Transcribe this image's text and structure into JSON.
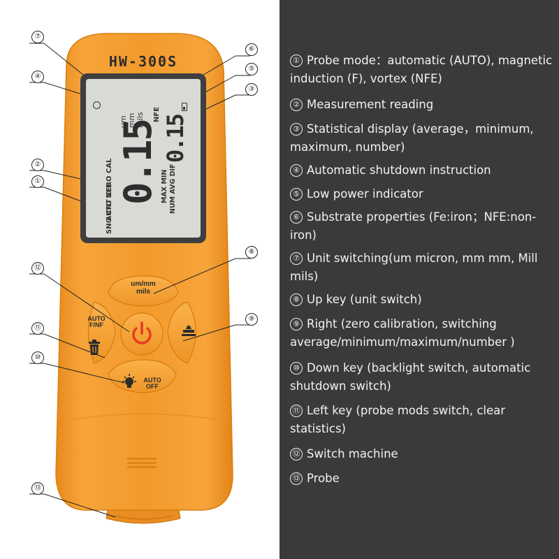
{
  "device": {
    "model": "HW-300S",
    "lcd": {
      "reading_main": "0.15",
      "reading_secondary": "0.15",
      "top_indicators": "SNG CNT ZERO CAL",
      "units": [
        "um",
        "mm",
        "mils"
      ],
      "substrate": "NFE",
      "probe_modes": "AUTO NFE",
      "stats_line_1": "MAX MIN",
      "stats_line_2": "NUM AVG DIF"
    },
    "buttons": {
      "up": [
        "um/mm",
        "mils"
      ],
      "left_top": [
        "AUTO",
        "F/NF"
      ],
      "down": [
        "AUTO",
        "OFF"
      ]
    }
  },
  "callouts": [
    "⑦",
    "⑥",
    "⑤",
    "④",
    "③",
    "②",
    "①",
    "⑧",
    "⑫",
    "⑨",
    "⑪",
    "⑩",
    "⑬"
  ],
  "legend": [
    {
      "num": "①",
      "text": "Probe mode：automatic (AUTO), magnetic induction (F), vortex (NFE)"
    },
    {
      "num": "②",
      "text": "Measurement reading"
    },
    {
      "num": "③",
      "text": "Statistical display (average，minimum, maximum, number)"
    },
    {
      "num": "④",
      "text": "Automatic shutdown instruction"
    },
    {
      "num": "⑤",
      "text": "Low power indicator"
    },
    {
      "num": "⑥",
      "text": "Substrate properties (Fe:iron；NFE:non-iron)"
    },
    {
      "num": "⑦",
      "text": "Unit switching(um micron, mm mm, Mill mils)"
    },
    {
      "num": "⑧",
      "text": "Up key (unit switch)"
    },
    {
      "num": "⑨",
      "text": "Right (zero calibration, switching average/minimum/maximum/number )"
    },
    {
      "num": "⑩",
      "text": "Down key (backlight switch, automatic shutdown switch)"
    },
    {
      "num": "⑪",
      "text": "Left key (probe mods switch, clear statistics)"
    },
    {
      "num": "⑫",
      "text": "Switch machine"
    },
    {
      "num": "⑬",
      "text": "Probe"
    }
  ],
  "colors": {
    "body": "#f39a2c",
    "button": "#f7a43a",
    "panel": "#3a3a3a",
    "power_icon": "#e63b1f"
  }
}
